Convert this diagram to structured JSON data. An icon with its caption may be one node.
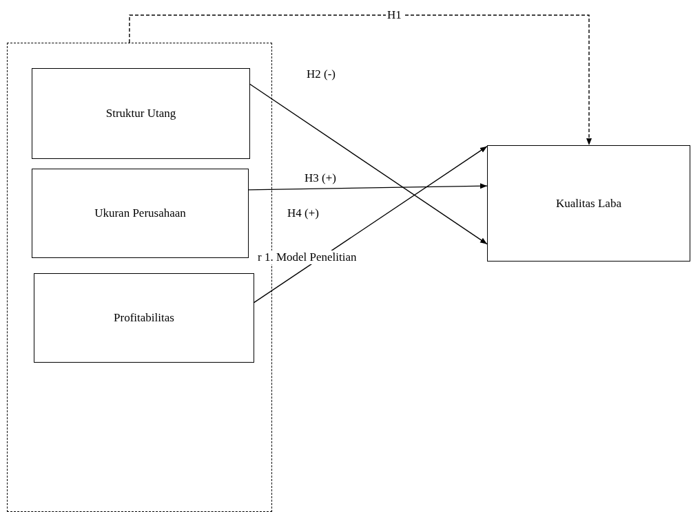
{
  "diagram": {
    "nodes": [
      {
        "text": [],
        "shape": "box"
      },
      {
        "text": [
          "Struktur Utang"
        ],
        "in": 0
      },
      {
        "text": [
          "Ukuran Perusahaan"
        ],
        "in": 0
      },
      {
        "text": [
          "Profitabilitas"
        ],
        "in": 0
      },
      {
        "text": [
          "Kualitas Laba"
        ]
      }
    ],
    "edges": [
      {
        "from": 0,
        "to": 4,
        "arrow": "to",
        "label": "H1",
        "style": "dashed"
      },
      {
        "from": 1,
        "to": 4,
        "arrow": "to",
        "label": "H2 (-)"
      },
      {
        "from": 2,
        "to": 4,
        "arrow": "to",
        "label": "H3 (+)"
      },
      {
        "from": 3,
        "to": 4,
        "arrow": "to",
        "label": "H4 (+)"
      }
    ],
    "labels": [
      "r 1. Model Penelitian"
    ]
  }
}
